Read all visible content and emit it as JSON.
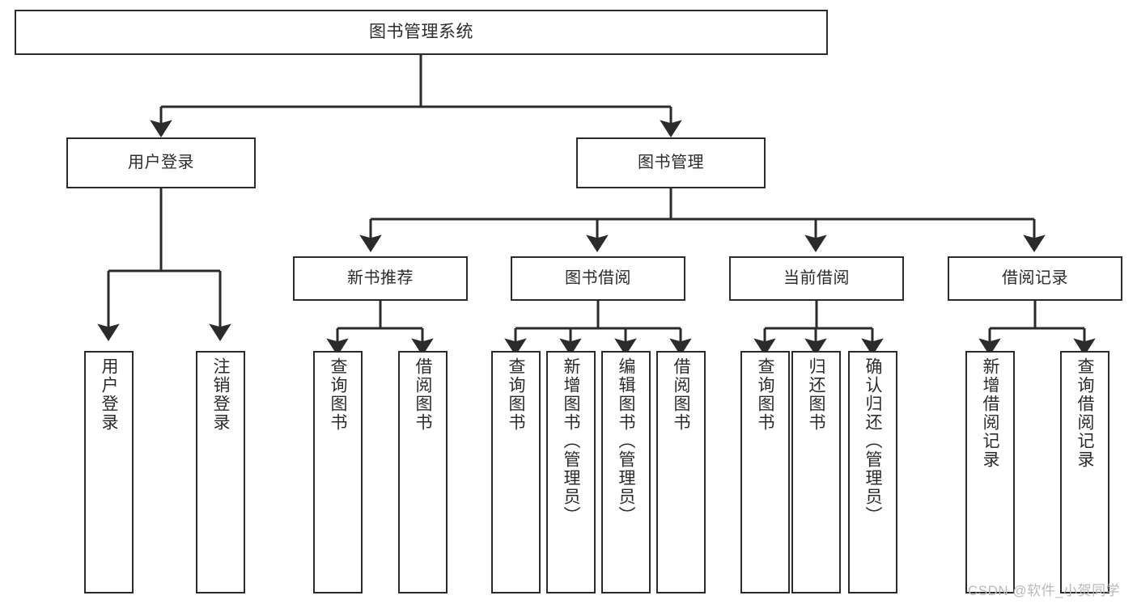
{
  "diagram": {
    "title": "图书管理系统",
    "watermark": "CSDN @软件_小贺同学",
    "colors": {
      "background": "#ffffff",
      "stroke": "#2b2b2b",
      "text": "#2b2b2b",
      "watermark": "#b9b9b9"
    },
    "nodes": {
      "root": {
        "label": "图书管理系统"
      },
      "level1": [
        {
          "label": "用户登录"
        },
        {
          "label": "图书管理"
        }
      ],
      "level2": [
        {
          "label": "新书推荐"
        },
        {
          "label": "图书借阅"
        },
        {
          "label": "当前借阅"
        },
        {
          "label": "借阅记录"
        }
      ],
      "leaves_user_login": [
        {
          "label": "用户登录"
        },
        {
          "label": "注销登录"
        }
      ],
      "leaves_new_book": [
        {
          "label": "查询图书"
        },
        {
          "label": "借阅图书"
        }
      ],
      "leaves_borrow": [
        {
          "label": "查询图书"
        },
        {
          "label": "新增图书（管理员）"
        },
        {
          "label": "编辑图书（管理员）"
        },
        {
          "label": "借阅图书"
        }
      ],
      "leaves_current": [
        {
          "label": "查询图书"
        },
        {
          "label": "归还图书"
        },
        {
          "label": "确认归还（管理员）"
        }
      ],
      "leaves_record": [
        {
          "label": "新增借阅记录"
        },
        {
          "label": "查询借阅记录"
        }
      ]
    }
  }
}
